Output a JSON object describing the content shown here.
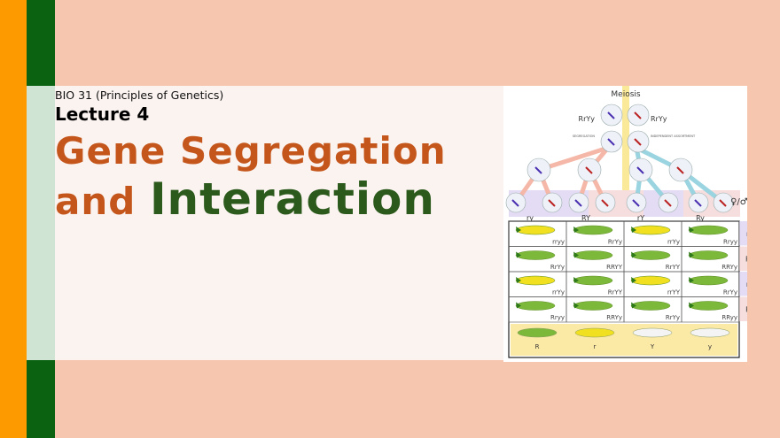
{
  "slide": {
    "course": "BIO 31 (Principles of Genetics)",
    "lecture": "Lecture 4",
    "title_line1": "Gene Segregation",
    "title_and": "and",
    "title_interaction": "Interaction"
  },
  "colors": {
    "orange_bar": "#fd9a00",
    "green_bar": "#0b6210",
    "title_orange": "#c4561b",
    "title_green": "#2c5a1c",
    "background": "#f6c6ae"
  },
  "figure": {
    "title": "Meiosis",
    "parent_left": "RrYy",
    "parent_right": "RrYy",
    "label_segregation": "SEGREGATION",
    "label_assortment": "INDEPENDENT ASSORTMENT",
    "gametes": [
      "ry",
      "RY",
      "rY",
      "Ry"
    ],
    "sex_symbols": "♀/♂",
    "row_labels": [
      "ry",
      "RY",
      "rY",
      "Ry"
    ],
    "grid": [
      [
        {
          "g": "rryy",
          "c": "yellow"
        },
        {
          "g": "RrYy",
          "c": "green"
        },
        {
          "g": "rrYy",
          "c": "yellow"
        },
        {
          "g": "Rryy",
          "c": "green"
        }
      ],
      [
        {
          "g": "RrYy",
          "c": "green"
        },
        {
          "g": "RRYY",
          "c": "green"
        },
        {
          "g": "RrYY",
          "c": "green"
        },
        {
          "g": "RRYy",
          "c": "green"
        }
      ],
      [
        {
          "g": "rrYy",
          "c": "yellow"
        },
        {
          "g": "RrYY",
          "c": "green"
        },
        {
          "g": "rrYY",
          "c": "yellow"
        },
        {
          "g": "RrYy",
          "c": "green"
        }
      ],
      [
        {
          "g": "Rryy",
          "c": "green"
        },
        {
          "g": "RRYy",
          "c": "green"
        },
        {
          "g": "RrYy",
          "c": "green"
        },
        {
          "g": "RRyy",
          "c": "green"
        }
      ]
    ],
    "legend": [
      {
        "g": "R",
        "c": "green"
      },
      {
        "g": "r",
        "c": "yellow"
      },
      {
        "g": "Y",
        "c": "white"
      },
      {
        "g": "y",
        "c": "white"
      }
    ]
  }
}
